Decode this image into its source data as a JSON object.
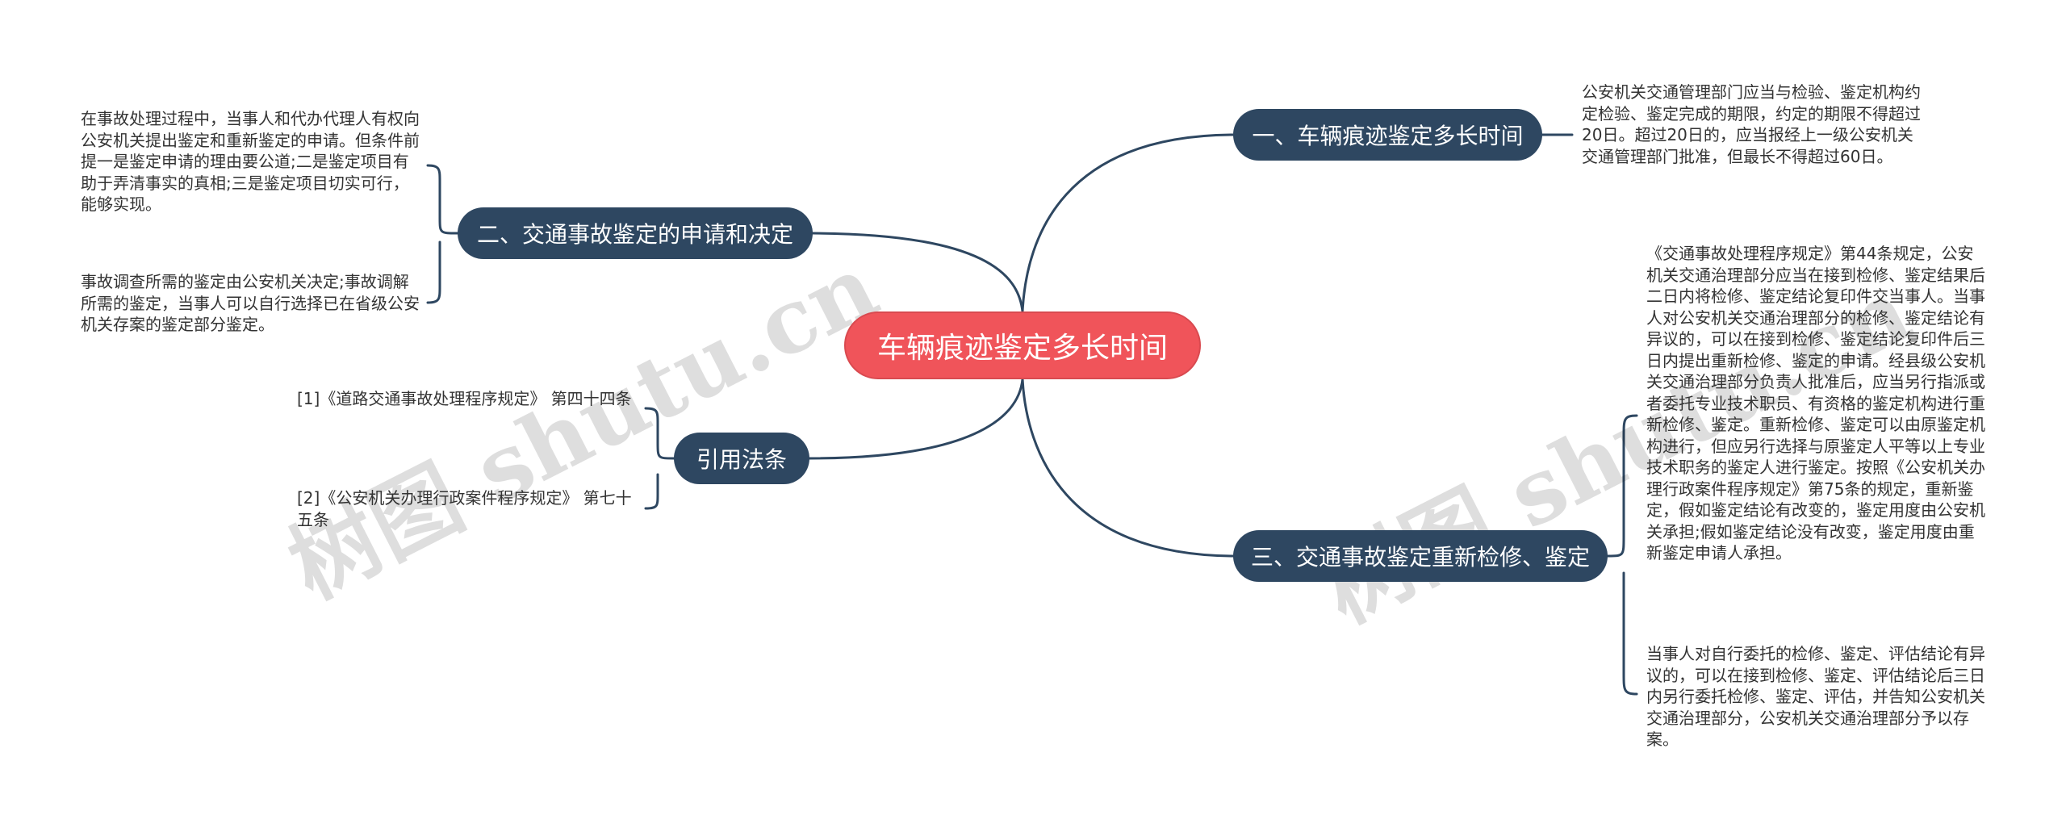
{
  "center": {
    "title": "车辆痕迹鉴定多长时间"
  },
  "branches": [
    {
      "label": "一、车辆痕迹鉴定多长时间",
      "leaves": [
        "公安机关交通管理部门应当与检验、鉴定机构约定检验、鉴定完成的期限，约定的期限不得超过20日。超过20日的，应当报经上一级公安机关交通管理部门批准，但最长不得超过60日。"
      ]
    },
    {
      "label": "二、交通事故鉴定的申请和决定",
      "leaves": [
        "在事故处理过程中，当事人和代办代理人有权向公安机关提出鉴定和重新鉴定的申请。但条件前提一是鉴定申请的理由要公道;二是鉴定项目有助于弄清事实的真相;三是鉴定项目切实可行，能够实现。",
        "事故调查所需的鉴定由公安机关决定;事故调解所需的鉴定，当事人可以自行选择已在省级公安机关存案的鉴定部分鉴定。"
      ]
    },
    {
      "label": "三、交通事故鉴定重新检修、鉴定",
      "leaves": [
        "《交通事故处理程序规定》第44条规定，公安机关交通治理部分应当在接到检修、鉴定结果后二日内将检修、鉴定结论复印件交当事人。当事人对公安机关交通治理部分的检修、鉴定结论有异议的，可以在接到检修、鉴定结论复印件后三日内提出重新检修、鉴定的申请。经县级公安机关交通治理部分负责人批准后，应当另行指派或者委托专业技术职员、有资格的鉴定机构进行重新检修、鉴定。重新检修、鉴定可以由原鉴定机构进行，但应另行选择与原鉴定人平等以上专业技术职务的鉴定人进行鉴定。按照《公安机关办理行政案件程序规定》第75条的规定，重新鉴定，假如鉴定结论有改变的，鉴定用度由公安机关承担;假如鉴定结论没有改变，鉴定用度由重新鉴定申请人承担。",
        "当事人对自行委托的检修、鉴定、评估结论有异议的，可以在接到检修、鉴定、评估结论后三日内另行委托检修、鉴定、评估，并告知公安机关交通治理部分，公安机关交通治理部分予以存案。"
      ]
    },
    {
      "label": "引用法条",
      "leaves": [
        "[1]《道路交通事故处理程序规定》 第四十四条",
        "[2]《公安机关办理行政案件程序规定》 第七十五条"
      ]
    }
  ],
  "watermark": [
    "树图 shutu.cn",
    "树图 shutu.cn"
  ],
  "colors": {
    "center": "#f0545a",
    "branch": "#2e4761",
    "line": "#2e4761",
    "text": "#333333"
  }
}
